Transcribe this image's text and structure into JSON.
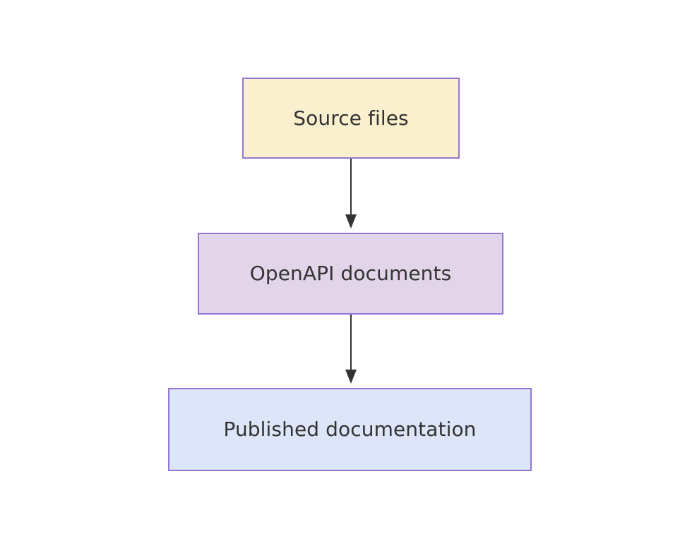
{
  "diagram": {
    "type": "flowchart",
    "direction": "top-down",
    "background_color": "#ffffff",
    "nodes": [
      {
        "id": "source-files",
        "label": "Source files",
        "shape": "rectangle",
        "fill_color": "#fbf0ce",
        "border_color": "#9575d4",
        "text_color": "#333333"
      },
      {
        "id": "openapi-documents",
        "label": "OpenAPI documents",
        "shape": "rectangle",
        "fill_color": "#e2d5ea",
        "border_color": "#9575d4",
        "text_color": "#333333"
      },
      {
        "id": "published-documentation",
        "label": "Published documentation",
        "shape": "rectangle",
        "fill_color": "#dde5f8",
        "border_color": "#9575d4",
        "text_color": "#333333"
      }
    ],
    "edges": [
      {
        "id": "edge-source-to-openapi",
        "from": "source-files",
        "to": "openapi-documents",
        "label": "",
        "arrowhead": "triangle",
        "color": "#333333"
      },
      {
        "id": "edge-openapi-to-published",
        "from": "openapi-documents",
        "to": "published-documentation",
        "label": "",
        "arrowhead": "triangle",
        "color": "#333333"
      }
    ]
  }
}
